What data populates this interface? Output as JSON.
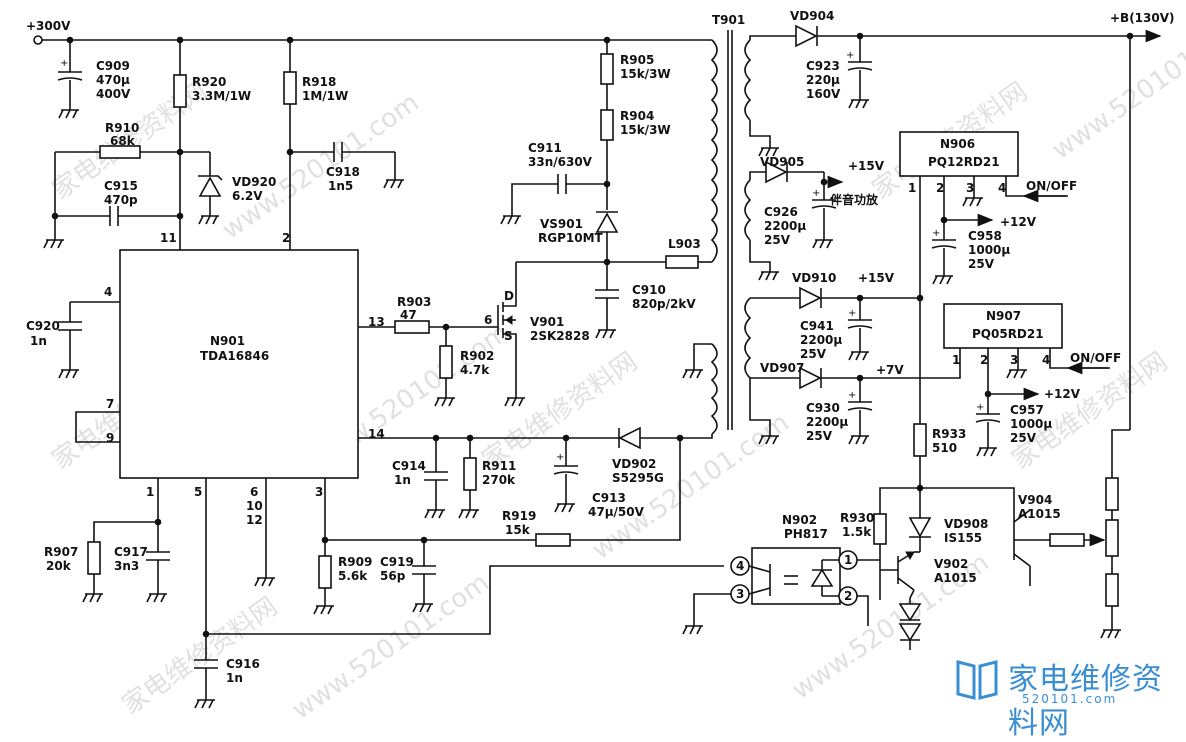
{
  "rails": {
    "vin": "+300V",
    "vout": "+B(130V)",
    "p15a": "+15V",
    "p15b": "+15V",
    "p7": "+7V",
    "p12a": "+12V",
    "p12b": "+12V",
    "audio": "伴音功放",
    "onoff1": "ON/OFF",
    "onoff2": "ON/OFF"
  },
  "ics": {
    "n901": {
      "ref": "N901",
      "part": "TDA16846"
    },
    "n906": {
      "ref": "N906",
      "part": "PQ12RD21"
    },
    "n907": {
      "ref": "N907",
      "part": "PQ05RD21"
    },
    "n902": {
      "ref": "N902",
      "part": "PH817"
    },
    "t901": "T901"
  },
  "pins": {
    "n901": [
      "4",
      "11",
      "2",
      "13",
      "7",
      "9",
      "14",
      "1",
      "5",
      "6",
      "10",
      "12",
      "3"
    ],
    "n906": [
      "1",
      "2",
      "3",
      "4"
    ],
    "n907": [
      "1",
      "2",
      "3",
      "4"
    ],
    "n902": [
      "4",
      "3",
      "1",
      "2"
    ],
    "v901": [
      "6",
      "D",
      "S"
    ]
  },
  "parts": {
    "c909": {
      "ref": "C909",
      "v1": "470μ",
      "v2": "400V"
    },
    "r920": {
      "ref": "R920",
      "v1": "3.3M/1W"
    },
    "r918": {
      "ref": "R918",
      "v1": "1M/1W"
    },
    "r910": {
      "ref": "R910",
      "v1": "68k"
    },
    "vd920": {
      "ref": "VD920",
      "v1": "6.2V"
    },
    "c915": {
      "ref": "C915",
      "v1": "470p"
    },
    "c918": {
      "ref": "C918",
      "v1": "1n5"
    },
    "r905": {
      "ref": "R905",
      "v1": "15k/3W"
    },
    "r904": {
      "ref": "R904",
      "v1": "15k/3W"
    },
    "c911": {
      "ref": "C911",
      "v1": "33n/630V"
    },
    "vs901": {
      "ref": "VS901",
      "v1": "RGP10MT"
    },
    "l903": {
      "ref": "L903"
    },
    "c910": {
      "ref": "C910",
      "v1": "820p/2kV"
    },
    "v901": {
      "ref": "V901",
      "v1": "2SK2828"
    },
    "r903": {
      "ref": "R903",
      "v1": "47"
    },
    "r902": {
      "ref": "R902",
      "v1": "4.7k"
    },
    "c920": {
      "ref": "C920",
      "v1": "1n"
    },
    "c914": {
      "ref": "C914",
      "v1": "1n"
    },
    "r911": {
      "ref": "R911",
      "v1": "270k"
    },
    "c913": {
      "ref": "C913",
      "v1": "47μ/50V"
    },
    "vd902": {
      "ref": "VD902",
      "v1": "S5295G"
    },
    "r919": {
      "ref": "R919",
      "v1": "15k"
    },
    "r907": {
      "ref": "R907",
      "v1": "20k"
    },
    "c917": {
      "ref": "C917",
      "v1": "3n3"
    },
    "r909": {
      "ref": "R909",
      "v1": "5.6k"
    },
    "c919": {
      "ref": "C919",
      "v1": "56p"
    },
    "c916": {
      "ref": "C916",
      "v1": "1n"
    },
    "vd904": {
      "ref": "VD904"
    },
    "c923": {
      "ref": "C923",
      "v1": "220μ",
      "v2": "160V"
    },
    "vd905": {
      "ref": "VD905"
    },
    "c926": {
      "ref": "C926",
      "v1": "2200μ",
      "v2": "25V"
    },
    "vd910": {
      "ref": "VD910"
    },
    "c941": {
      "ref": "C941",
      "v1": "2200μ",
      "v2": "25V"
    },
    "vd907": {
      "ref": "VD907"
    },
    "c930": {
      "ref": "C930",
      "v1": "2200μ",
      "v2": "25V"
    },
    "c958": {
      "ref": "C958",
      "v1": "1000μ",
      "v2": "25V"
    },
    "c957": {
      "ref": "C957",
      "v1": "1000μ",
      "v2": "25V"
    },
    "r933": {
      "ref": "R933",
      "v1": "510"
    },
    "r930": {
      "ref": "R930",
      "v1": "1.5k"
    },
    "vd908": {
      "ref": "VD908",
      "v1": "IS155"
    },
    "v902": {
      "ref": "V902",
      "v1": "A1015"
    },
    "v904": {
      "ref": "V904",
      "v1": "A1015"
    }
  },
  "watermarks": [
    "家电维修资料网",
    "www.520101.com"
  ],
  "logo": {
    "cn": "家电维修资料网",
    "url": "520101.com"
  }
}
